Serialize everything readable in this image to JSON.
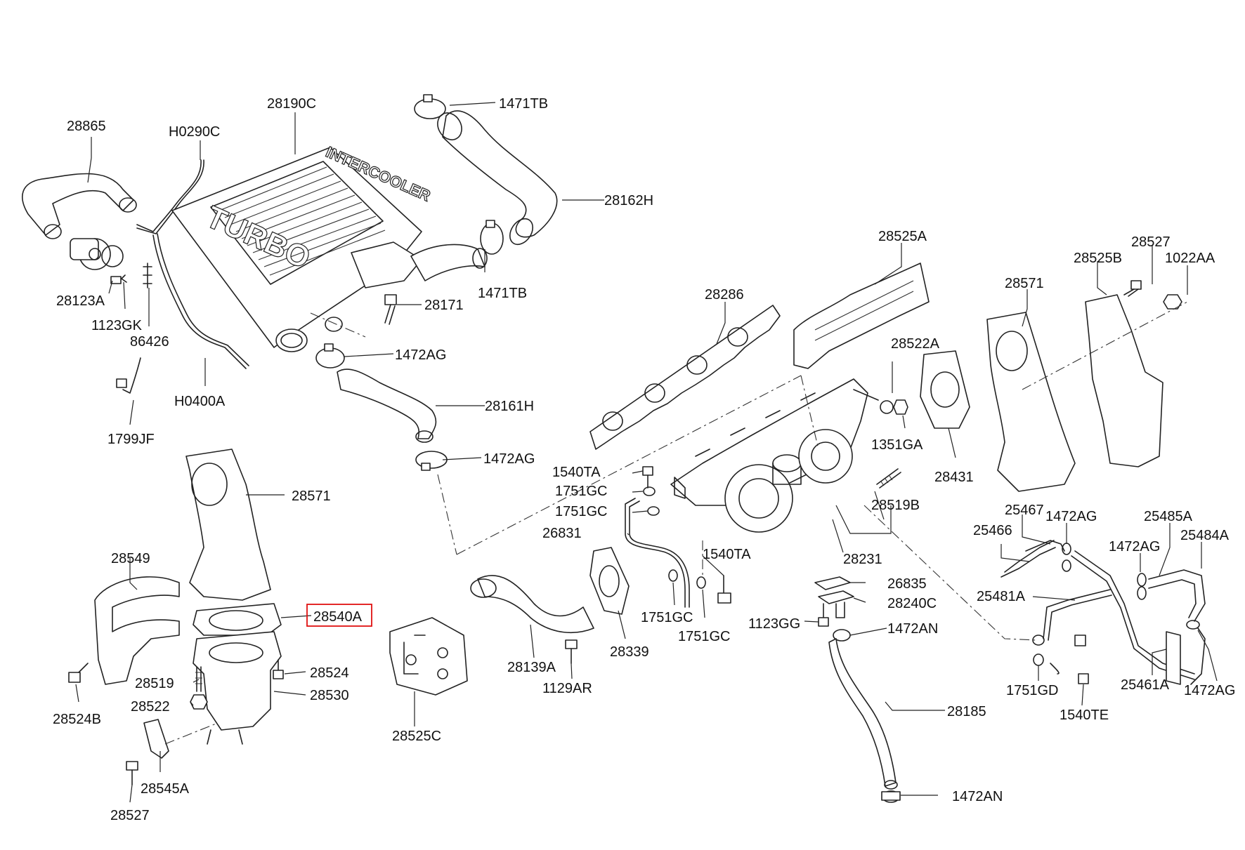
{
  "labels": {
    "p28865": "28865",
    "p28190C": "28190C",
    "pH0290C": "H0290C",
    "p1471TB_top": "1471TB",
    "p28162H": "28162H",
    "p28123A": "28123A",
    "p1123GK": "1123GK",
    "p86426": "86426",
    "p28171": "28171",
    "p1471TB_mid": "1471TB",
    "p1472AG_a": "1472AG",
    "pH0400A": "H0400A",
    "p28161H": "28161H",
    "p1799JF": "1799JF",
    "p1472AG_b": "1472AG",
    "p28525A": "28525A",
    "p28286": "28286",
    "p28571_right": "28571",
    "p28525B": "28525B",
    "p28527_top": "28527",
    "p1022AA": "1022AA",
    "p28522A": "28522A",
    "p1351GA": "1351GA",
    "p28431": "28431",
    "p28519B": "28519B",
    "p28231": "28231",
    "p1540TA_a": "1540TA",
    "p1751GC_a": "1751GC",
    "p1751GC_b": "1751GC",
    "p26831": "26831",
    "p1540TA_b": "1540TA",
    "p1751GC_c": "1751GC",
    "p1751GC_d": "1751GC",
    "p26835": "26835",
    "p28240C": "28240C",
    "p1123GG": "1123GG",
    "p1472AN_a": "1472AN",
    "p28185": "28185",
    "p1472AN_b": "1472AN",
    "p28571_left": "28571",
    "p28549": "28549",
    "p28540A": "28540A",
    "p28524": "28524",
    "p28519": "28519",
    "p28530": "28530",
    "p28522": "28522",
    "p28524B": "28524B",
    "p28545A": "28545A",
    "p28527_bottom": "28527",
    "p28525C": "28525C",
    "p28139A": "28139A",
    "p28339": "28339",
    "p1129AR": "1129AR",
    "p25467": "25467",
    "p1472AG_c": "1472AG",
    "p25485A": "25485A",
    "p25466": "25466",
    "p1472AG_d": "1472AG",
    "p25484A": "25484A",
    "p25481A": "25481A",
    "p1751GD": "1751GD",
    "p1540TE": "1540TE",
    "p25461A": "25461A",
    "p1472AG_e": "1472AG"
  },
  "intercooler_marking": {
    "brand": "INTERCOOLER",
    "logo": "TURBO"
  },
  "highlight": {
    "part": "28540A",
    "color": "#e01010"
  }
}
